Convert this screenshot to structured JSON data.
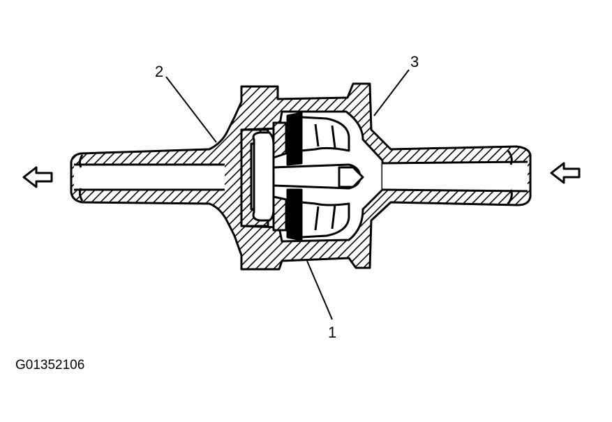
{
  "callouts": [
    {
      "id": "1",
      "label": "1"
    },
    {
      "id": "2",
      "label": "2"
    },
    {
      "id": "3",
      "label": "3"
    }
  ],
  "figure_code": "G01352106",
  "flow_arrows": {
    "left": "arrow-left-icon",
    "right": "arrow-left-icon"
  }
}
